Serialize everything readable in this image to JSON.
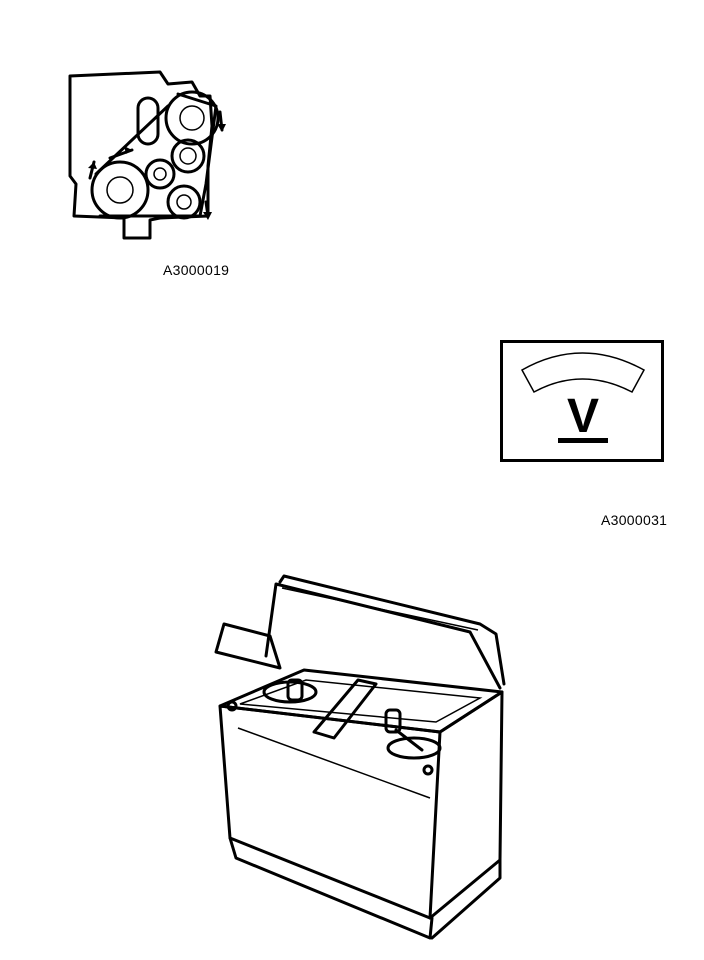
{
  "figures": [
    {
      "caption": "A3000019",
      "icon": "belt-drive-pulley-diagram"
    },
    {
      "caption": "A3000031",
      "icon": "voltmeter-icon",
      "symbol": "V"
    },
    {
      "icon": "car-battery-illustration"
    }
  ]
}
